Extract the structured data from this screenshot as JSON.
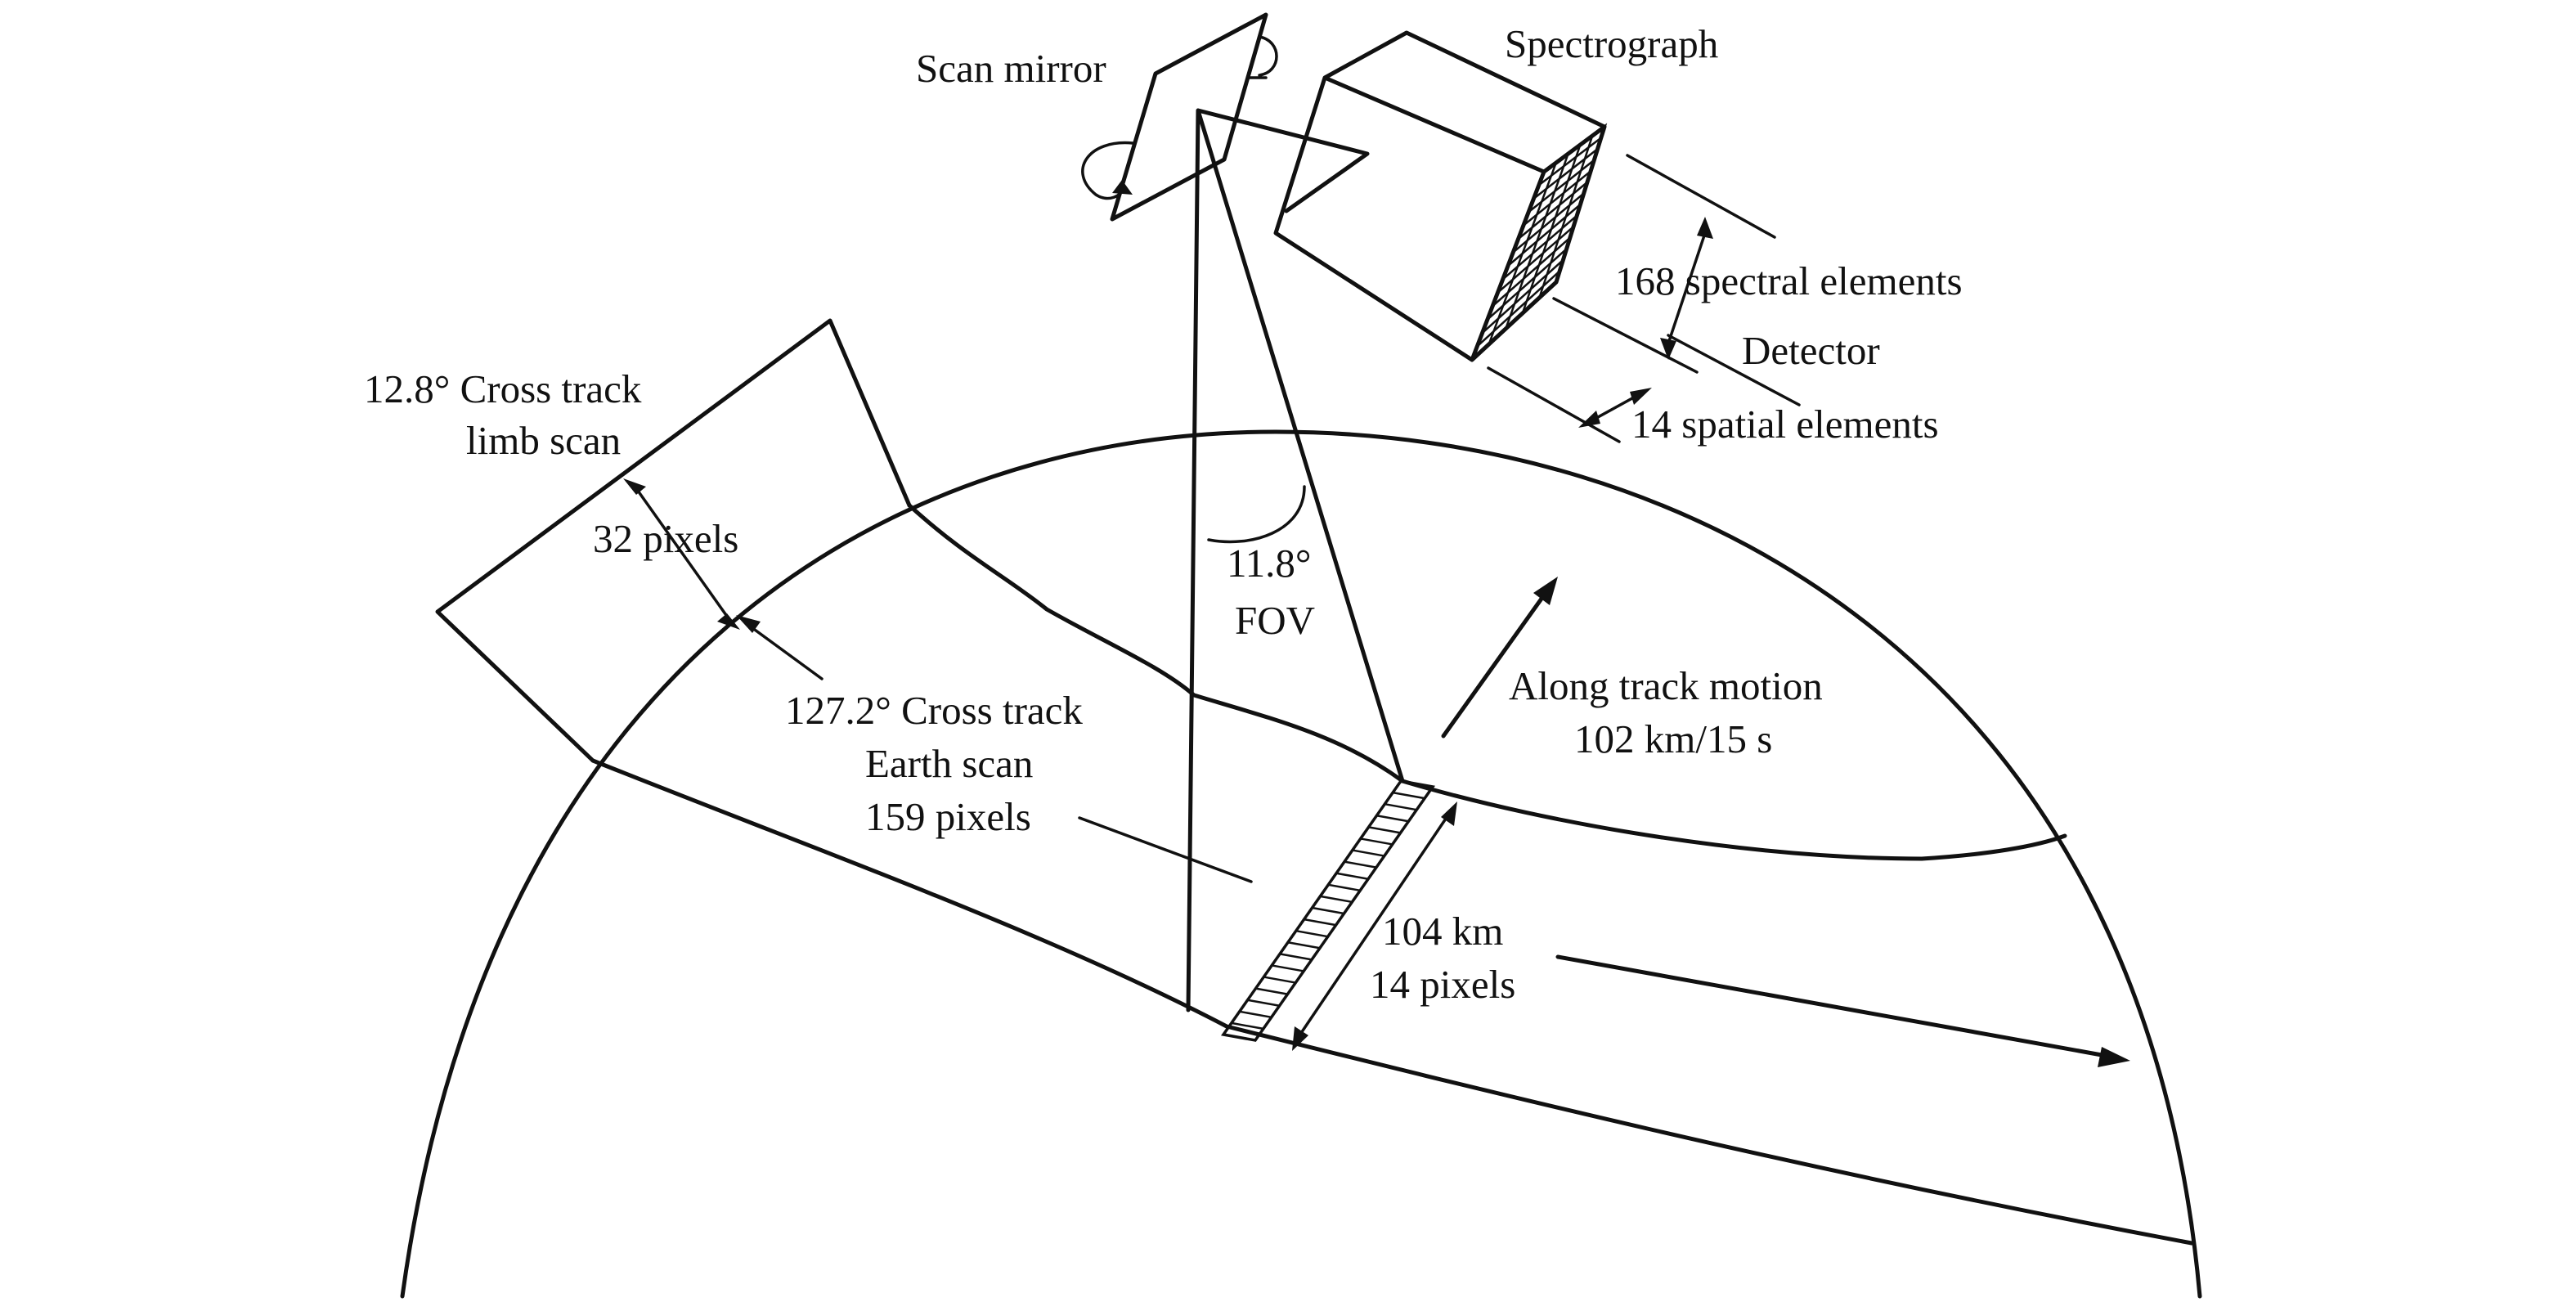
{
  "labels": {
    "scan_mirror": "Scan mirror",
    "spectrograph": "Spectrograph",
    "spectral_elements": "168 spectral elements",
    "detector": "Detector",
    "spatial_elements": "14 spatial elements",
    "limb_scan_line1": "12.8° Cross track",
    "limb_scan_line2": "limb scan",
    "limb_pixels": "32 pixels",
    "fov_angle": "11.8°",
    "fov": "FOV",
    "along_track_line1": "Along track motion",
    "along_track_line2": "102 km/15 s",
    "earth_scan_line1": "127.2° Cross track",
    "earth_scan_line2": "Earth scan",
    "earth_scan_line3": "159 pixels",
    "swath_km": "104 km",
    "swath_pixels": "14 pixels"
  }
}
